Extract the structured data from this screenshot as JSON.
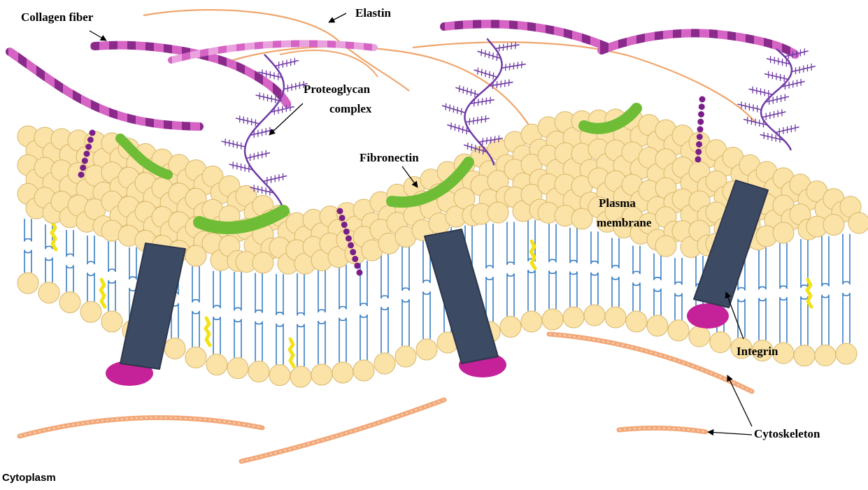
{
  "labels": {
    "collagen": "Collagen fiber",
    "elastin": "Elastin",
    "proteoglycan_line1": "Proteoglycan",
    "proteoglycan_line2": "complex",
    "fibronectin": "Fibronectin",
    "plasma_line1": "Plasma",
    "plasma_line2": "membrane",
    "integrin": "Integrin",
    "cytoskeleton": "Cytoskeleton",
    "cytoplasm": "Cytoplasm"
  },
  "colors": {
    "background": "#ffffff",
    "phospholipid_head": "#fbe3a8",
    "phospholipid_head_stroke": "#d9b66a",
    "phospholipid_tail": "#3b7fc4",
    "cholesterol": "#f3e216",
    "collagen_dark": "#8a2b8c",
    "collagen_light": "#d564c4",
    "collagen_pale": "#e78fd9",
    "elastin": "#f0a56c",
    "proteoglycan": "#6f3aa6",
    "glycolipid_dots": "#7a1f8a",
    "fibronectin": "#6fbd36",
    "integrin_body": "#3d4a63",
    "integrin_foot": "#c5229a",
    "cytoskeleton": "#f2a878",
    "text": "#000000"
  }
}
